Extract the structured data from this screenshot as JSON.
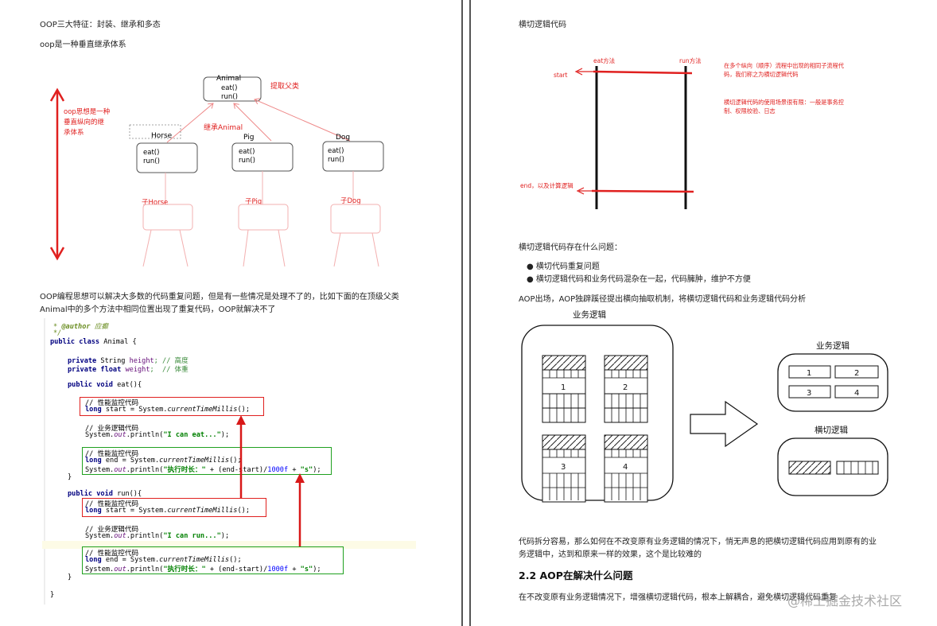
{
  "left": {
    "heading1": "OOP三大特征：封装、继承和多态",
    "heading2": "oop是一种垂直继承体系",
    "diagram": {
      "animal": {
        "title": "Animal",
        "m1": "eat()",
        "m2": "run()"
      },
      "horse": {
        "title": "Horse",
        "m1": "eat()",
        "m2": "run()"
      },
      "pig": {
        "title": "Pig",
        "m1": "eat()",
        "m2": "run()"
      },
      "dog": {
        "title": "Dog",
        "m1": "eat()",
        "m2": "run()"
      },
      "extract_label": "提取父类",
      "inherit_label": "继承Animal",
      "vertical_note_1": "oop思想是一种",
      "vertical_note_2": "垂直纵向的继",
      "vertical_note_3": "承体系",
      "sub_horse": "子Horse",
      "sub_pig": "子Pig",
      "sub_dog": "子Dog"
    },
    "para1_line1": "OOP编程思想可以解决大多数的代码重复问题，但是有一些情况是处理不了的，比如下面的在顶级父类",
    "para1_line2": "Animal中的多个方法中相同位置出现了重复代码，OOP就解决不了",
    "code": {
      "l1_tag": "@author",
      "l1_text": " 应癫",
      "l3_kw1": "public",
      "l3_kw2": "class",
      "l3_name": " Animal {",
      "l4_kw": "private",
      "l4_type": " String ",
      "l4_field": "height",
      "l4_cm": "; // 高度",
      "l5_kw": "private",
      "l5_kw2": "float",
      "l5_field": "weight",
      "l5_cm": ";  // 体重",
      "l6_kw": "public",
      "l6_kw2": "void",
      "l6_name": " eat(){",
      "perf_comment": "// 性能监控代码",
      "start_line_a": " start = System.",
      "start_line_m": "currentTimeMillis",
      "start_line_b": "();",
      "long_kw": "long",
      "biz_comment": "// 业务逻辑代码",
      "println_a": "System.",
      "println_out": "out",
      "println_b": ".println(",
      "eat_str": "\"I can eat...\"",
      "run_str": "\"I can run...\"",
      "println_end": ");",
      "end_line_a": " end = System.",
      "time_str": "\"执行时长：\"",
      "time_expr_a": " + (end-start)/",
      "time_num": "1000f",
      "time_expr_b": " + ",
      "s_str": "\"s\"",
      "close_brace": "}",
      "run_kw": "public",
      "run_kw2": "void",
      "run_name": " run(){"
    }
  },
  "right": {
    "heading1": "横切逻辑代码",
    "diagram": {
      "eat_label": "eat方法",
      "run_label": "run方法",
      "start_label": "start",
      "end_label": "end，以及计算逻辑",
      "note1_line1": "在多个纵向（顺序）流程中出现的相同子流程代",
      "note1_line2": "码，我们称之为横切逻辑代码",
      "note2_line1": "横切逻辑代码的使用场景很有限：一般是事务控",
      "note2_line2": "制、权限校验、日志"
    },
    "problems_title": "横切逻辑代码存在什么问题：",
    "bullets": [
      "横切代码重复问题",
      "横切逻辑代码和业务代码混杂在一起，代码臃肿，维护不方便"
    ],
    "aop_para": "AOP出场，AOP独辟蹊径提出横向抽取机制，将横切逻辑代码和业务逻辑代码分析",
    "aop_diagram": {
      "biz_title_left": "业务逻辑",
      "biz_title_right": "业务逻辑",
      "cross_title": "横切逻辑",
      "blocks": [
        "1",
        "2",
        "3",
        "4"
      ],
      "cells": [
        "1",
        "2",
        "3",
        "4"
      ]
    },
    "para2_line1": "代码拆分容易，那么如何在不改变原有业务逻辑的情况下，悄无声息的把横切逻辑代码应用到原有的业",
    "para2_line2": "务逻辑中，达到和原来一样的效果，这个是比较难的",
    "section_title": "2.2 AOP在解决什么问题",
    "para3": "在不改变原有业务逻辑情况下，增强横切逻辑代码，根本上解耦合，避免横切逻辑代码重复",
    "watermark": "@稀土掘金技术社区"
  }
}
